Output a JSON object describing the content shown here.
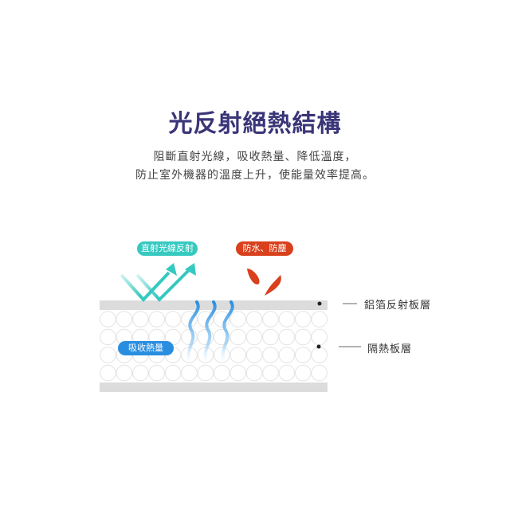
{
  "title": "光反射絕熱結構",
  "subtitle": {
    "line1": "阻斷直射光線，吸收熱量、降低溫度，",
    "line2": "防止室外機器的溫度上升，使能量效率提高。"
  },
  "diagram": {
    "reflect_label": "直射光線反射",
    "waterproof_label": "防水、防塵",
    "absorb_label": "吸收熱量",
    "layer_foil": "鋁箔反射板層",
    "layer_insulation": "隔熱板層",
    "colors": {
      "reflect": "#35c9c0",
      "waterproof": "#d9401c",
      "absorb": "#2a8ee0",
      "title": "#3a3578",
      "bar": "#dcdcdc"
    }
  }
}
